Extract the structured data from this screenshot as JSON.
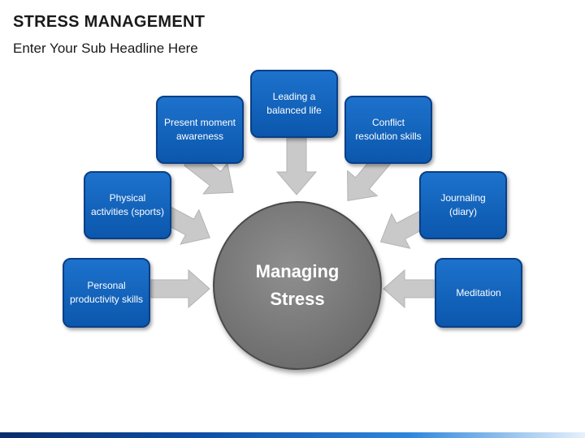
{
  "header": {
    "title": "STRESS MANAGEMENT",
    "subtitle": "Enter Your Sub Headline Here"
  },
  "center": {
    "label": "Managing Stress"
  },
  "nodes": {
    "leading": "Leading a balanced life",
    "present": "Present moment awareness",
    "conflict": "Conflict resolution skills",
    "physical": "Physical activities (sports)",
    "journaling": "Journaling (diary)",
    "personal": "Personal productivity skills",
    "meditation": "Meditation"
  },
  "colors": {
    "node_fill": "#0b5fb8",
    "node_border": "#0a3f86",
    "center_fill": "#7a7a7a",
    "arrow_fill": "#c8c8c8"
  }
}
